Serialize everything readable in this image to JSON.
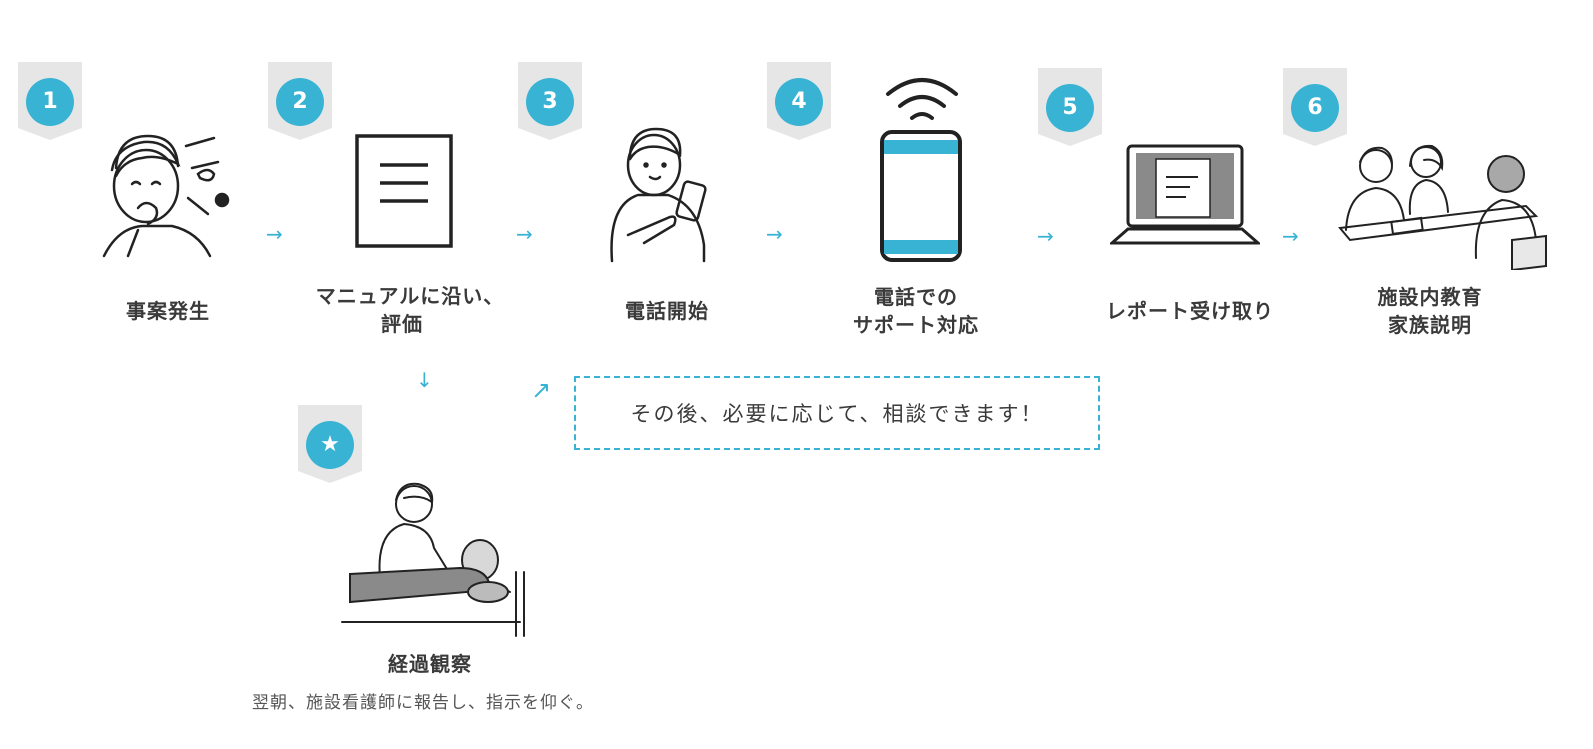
{
  "steps": [
    {
      "badge": "1",
      "label_lines": [
        "事案発生"
      ]
    },
    {
      "badge": "2",
      "label_lines": [
        "マニュアルに沿い、",
        "評価"
      ]
    },
    {
      "badge": "3",
      "label_lines": [
        "電話開始"
      ]
    },
    {
      "badge": "4",
      "label_lines": [
        "電話での",
        "サポート対応"
      ]
    },
    {
      "badge": "5",
      "label_lines": [
        "レポート受け取り"
      ]
    },
    {
      "badge": "6",
      "label_lines": [
        "施設内教育",
        "家族説明"
      ]
    }
  ],
  "arrow_right": "→",
  "arrow_down": "↓",
  "arrow_up_right": "↗",
  "note": "その後、必要に応じて、相談できます！",
  "star_step": {
    "badge": "★",
    "title": "経過観察",
    "description": "翌朝、施設看護師に報告し、指示を仰ぐ。"
  },
  "colors": {
    "accent": "#38b3d4",
    "badge_bg": "#e6e6e6",
    "text": "#3a3a3a"
  },
  "icons": [
    "coughing-person-icon",
    "manual-document-icon",
    "phone-call-person-icon",
    "smartphone-signal-icon",
    "laptop-report-icon",
    "family-meeting-icon",
    "bedside-care-icon"
  ]
}
